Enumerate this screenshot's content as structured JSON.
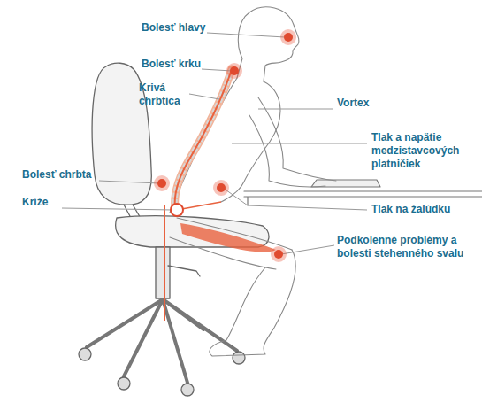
{
  "diagram": {
    "labels": [
      "Bolesť hlavy",
      "Bolesť krku",
      "Krivá chrbtica",
      "Vortex",
      "Tlak a napätie medzistavcových platničiek",
      "Bolesť chrbta",
      "Kríže",
      "Tlak na žalúdku",
      "Podkolenné problémy a bolesti stehenného svalu"
    ]
  }
}
